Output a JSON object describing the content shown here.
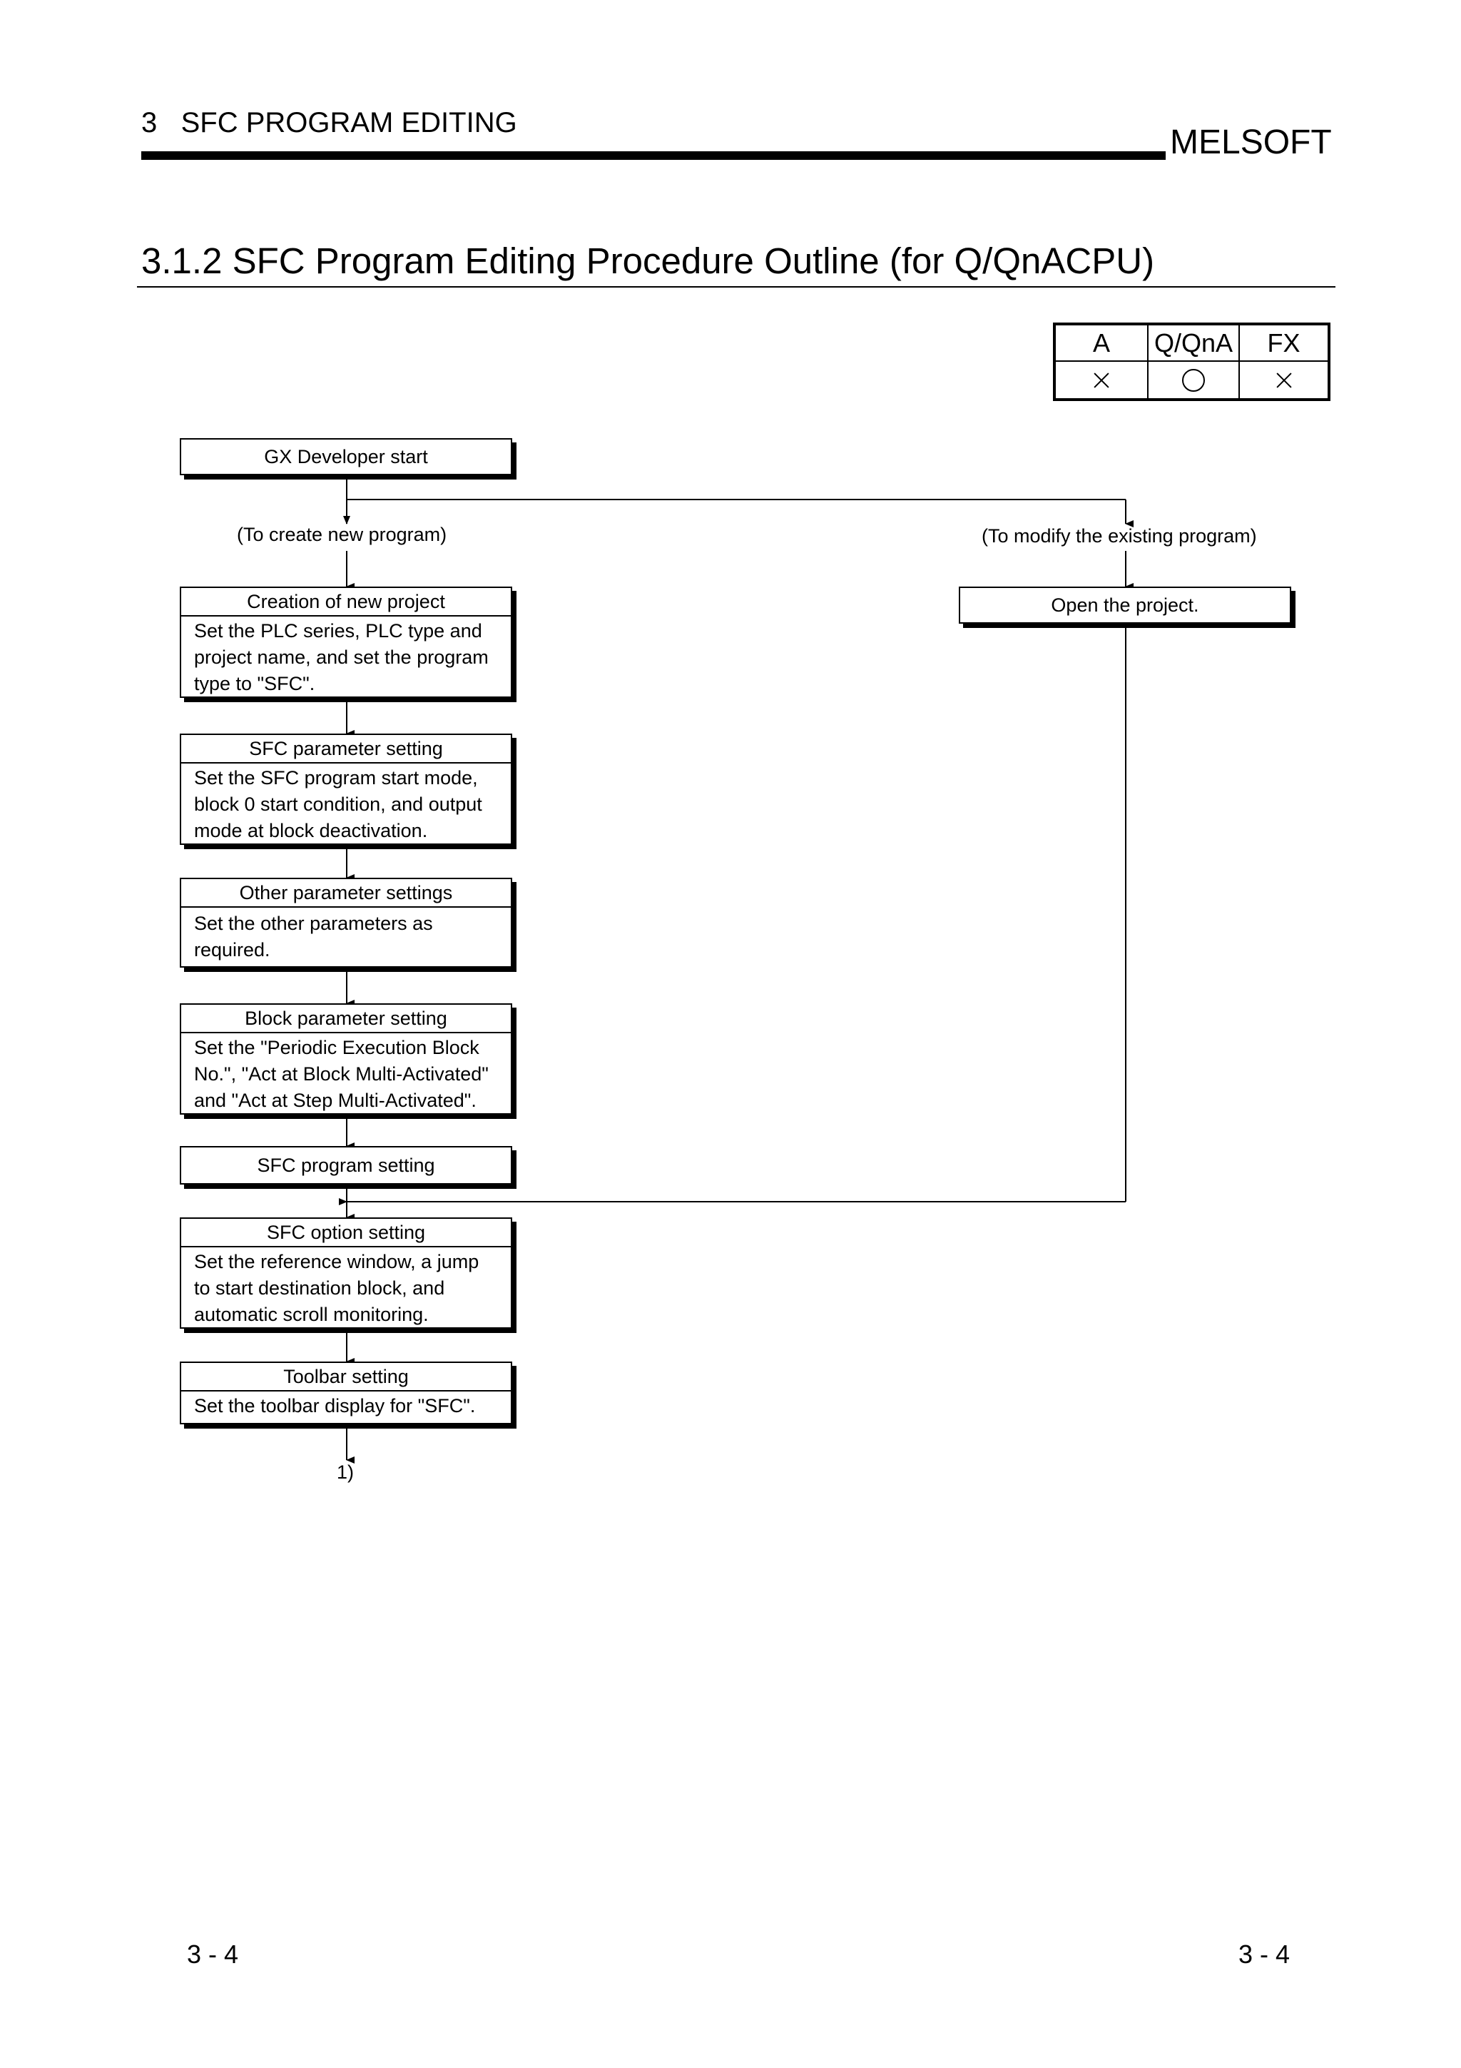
{
  "header": {
    "chapter": "3   SFC PROGRAM EDITING",
    "brand": "MELSOFT"
  },
  "section_title": "3.1.2 SFC Program Editing Procedure Outline (for Q/QnACPU)",
  "compatibility": {
    "headers": [
      "A",
      "Q/QnA",
      "FX"
    ],
    "marks": [
      "×",
      "○",
      "×"
    ]
  },
  "flow": {
    "start": "GX Developer start",
    "branch_new": "(To create new program)",
    "branch_modify": "(To modify the existing program)",
    "open_project": "Open the project.",
    "steps": [
      {
        "title": "Creation of new project",
        "lines": [
          "Set the PLC series, PLC type and",
          "project name, and set the program",
          "type to \"SFC\"."
        ]
      },
      {
        "title": "SFC parameter setting",
        "lines": [
          "Set the SFC program start mode,",
          "block 0 start condition, and output",
          "mode at block deactivation."
        ]
      },
      {
        "title": "Other parameter settings",
        "lines": [
          "Set the other parameters as",
          "required."
        ]
      },
      {
        "title": "Block parameter setting",
        "lines": [
          "Set the \"Periodic Execution Block",
          "No.\", \"Act at Block Multi-Activated\"",
          "and \"Act at Step Multi-Activated\"."
        ]
      }
    ],
    "program_setting": "SFC program setting",
    "after_steps": [
      {
        "title": "SFC option setting",
        "lines": [
          "Set the reference window, a jump",
          "to start destination block, and",
          "automatic scroll monitoring."
        ]
      },
      {
        "title": "Toolbar setting",
        "lines": [
          "Set the toolbar display for \"SFC\"."
        ]
      }
    ],
    "continuation": "1)"
  },
  "footer": {
    "page_left": "3 - 4",
    "page_right": "3 - 4"
  }
}
